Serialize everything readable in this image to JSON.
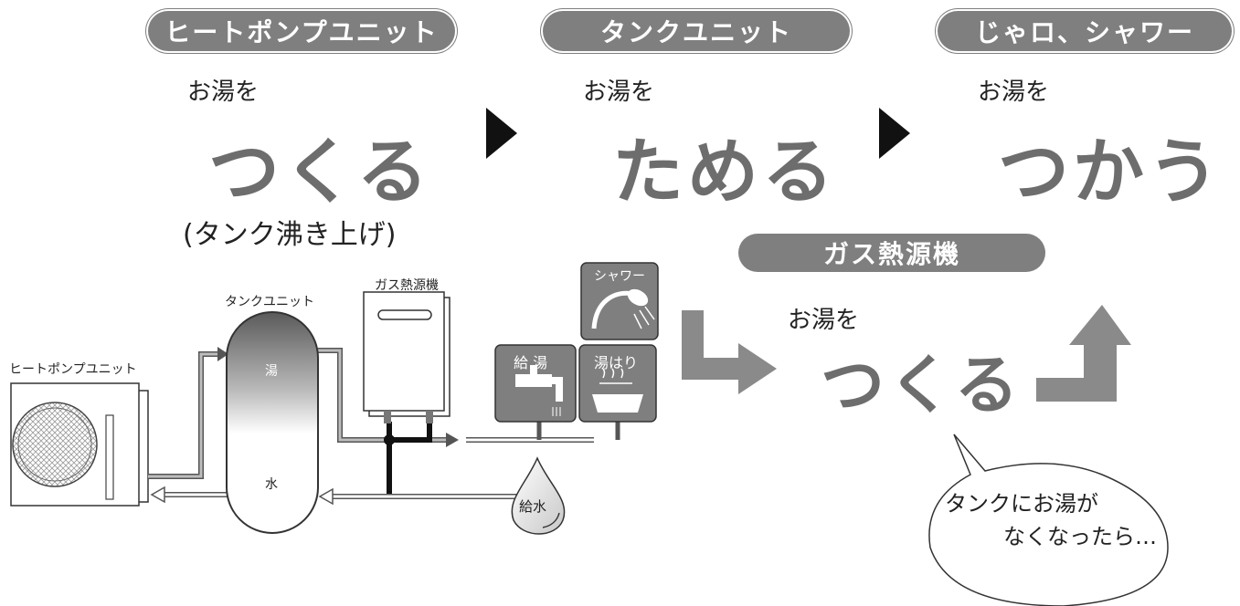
{
  "stages": [
    {
      "header": "ヒートポンプユニット",
      "prefix": "お湯を",
      "verb": "つくる",
      "note": "(タンク沸き上げ)"
    },
    {
      "header": "タンクユニット",
      "prefix": "お湯を",
      "verb": "ためる"
    },
    {
      "header": "じゃロ、シャワー",
      "prefix": "お湯を",
      "verb": "つかう"
    }
  ],
  "gas": {
    "header": "ガス熱源機",
    "prefix": "お湯を",
    "verb": "つくる"
  },
  "bubble": {
    "line1": "タンクにお湯が",
    "line2": "なくなったら…"
  },
  "diagram": {
    "heatpump_label": "ヒートポンプユニット",
    "tank_label": "タンクユニット",
    "tank_hot": "湯",
    "tank_water": "水",
    "gas_label": "ガス熱源機",
    "shower_label": "シャワー",
    "kyuto_label": "給 湯",
    "yuhari_label": "湯はり",
    "supply_label": "給水"
  },
  "colors": {
    "accent_gray": "#7f7f7f",
    "verb_gray": "#6d6d6d",
    "arrow_gray": "#8a8a8a"
  }
}
